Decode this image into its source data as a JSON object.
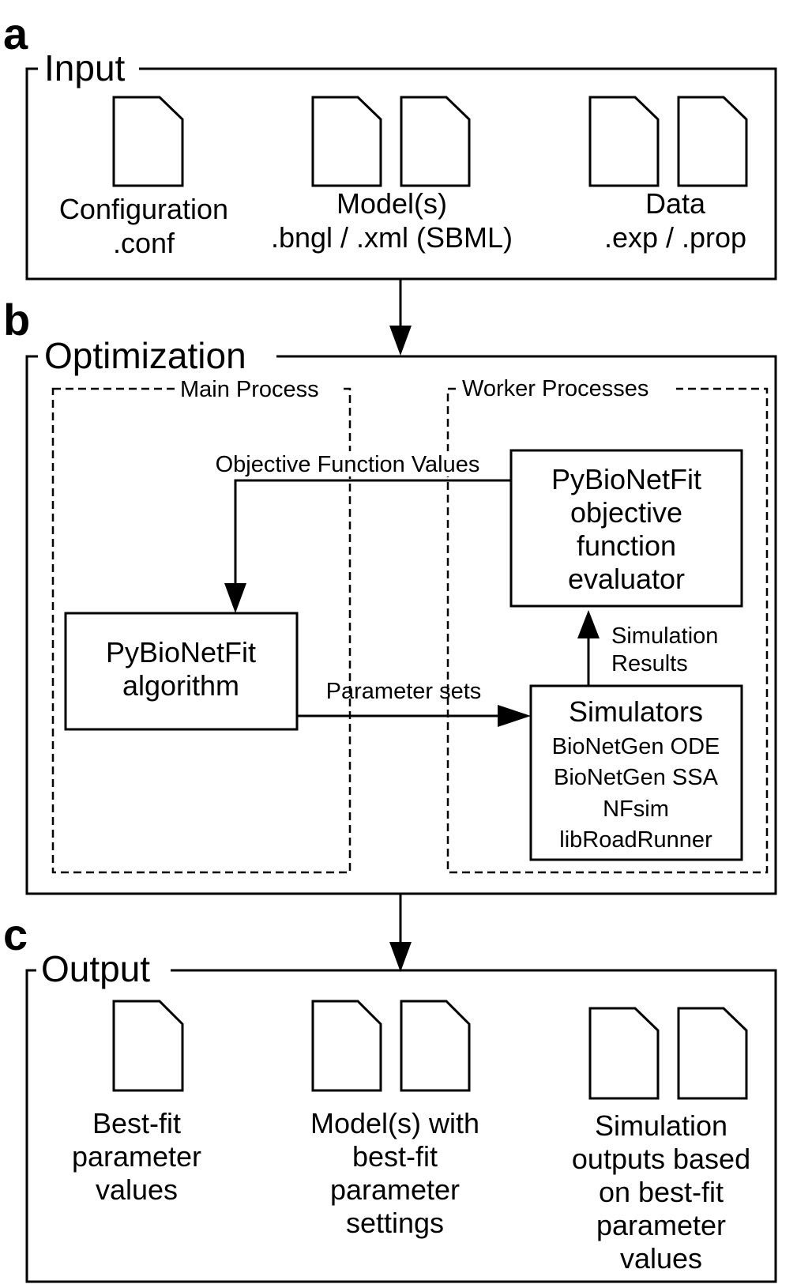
{
  "panels": {
    "a": {
      "letter": "a",
      "title": "Input",
      "config": {
        "line1": "Configuration",
        "line2": ".conf"
      },
      "model": {
        "line1": "Model(s)",
        "line2": ".bngl / .xml (SBML)"
      },
      "data": {
        "line1": "Data",
        "line2": ".exp / .prop"
      }
    },
    "b": {
      "letter": "b",
      "title": "Optimization",
      "main_process_label": "Main Process",
      "worker_processes_label": "Worker Processes",
      "objective_values_label": "Objective Function Values",
      "parameter_sets_label": "Parameter sets",
      "simulation_results": {
        "line1": "Simulation",
        "line2": "Results"
      },
      "algorithm_box": {
        "line1": "PyBioNetFit",
        "line2": "algorithm"
      },
      "evaluator_box": {
        "line1": "PyBioNetFit",
        "line2": "objective",
        "line3": "function",
        "line4": "evaluator"
      },
      "simulators_box": {
        "title": "Simulators",
        "items": [
          "BioNetGen ODE",
          "BioNetGen SSA",
          "NFsim",
          "libRoadRunner"
        ]
      }
    },
    "c": {
      "letter": "c",
      "title": "Output",
      "best_fit": {
        "line1": "Best-fit",
        "line2": "parameter",
        "line3": "values"
      },
      "models_best_fit": {
        "line1": "Model(s) with",
        "line2": "best-fit",
        "line3": "parameter",
        "line4": "settings"
      },
      "sim_outputs": {
        "line1": "Simulation",
        "line2": "outputs based",
        "line3": "on best-fit",
        "line4": "parameter",
        "line5": "values"
      }
    }
  }
}
